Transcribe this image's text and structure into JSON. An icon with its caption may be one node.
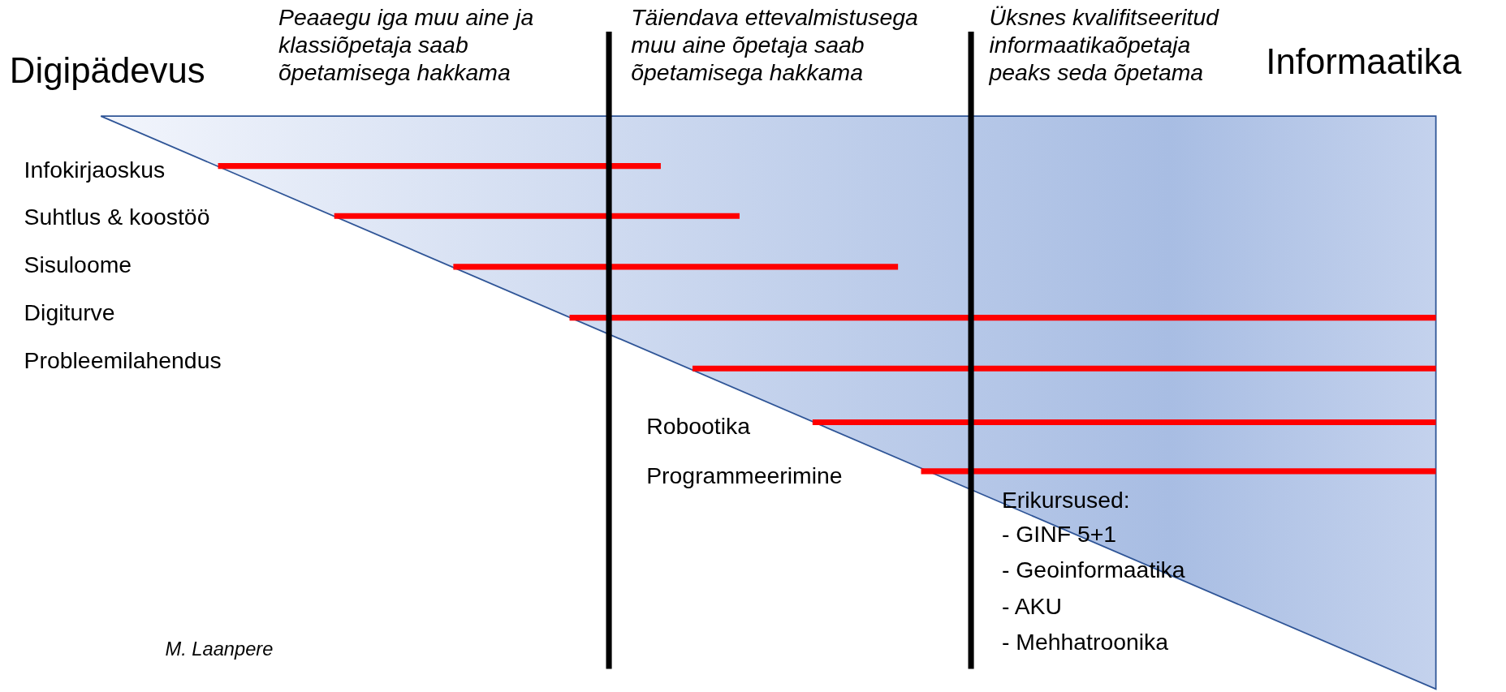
{
  "diagram": {
    "labels": [
      "Digipädevus",
      "Peaaegu iga muu aine ja klassiõpetaja saab õpetamisega hakkama",
      "Täiendava ettevalmistusega muu aine õpetaja saab õpetamisega hakkama",
      "Üksnes kvalifitseeritud informaatikaõpetaja peaks seda õpetama",
      "Informaatika",
      "Infokirjaoskus",
      "Suhtlus & koostöö",
      "Sisuloome",
      "Digiturve",
      "Probleemilahendus",
      "Robootika",
      "Programmeerimine",
      "Erikursused:",
      "- GINF 5+1",
      "- Geoinformaatika",
      "- AKU",
      "- Mehhatroonika",
      "M. Laanpere"
    ]
  }
}
